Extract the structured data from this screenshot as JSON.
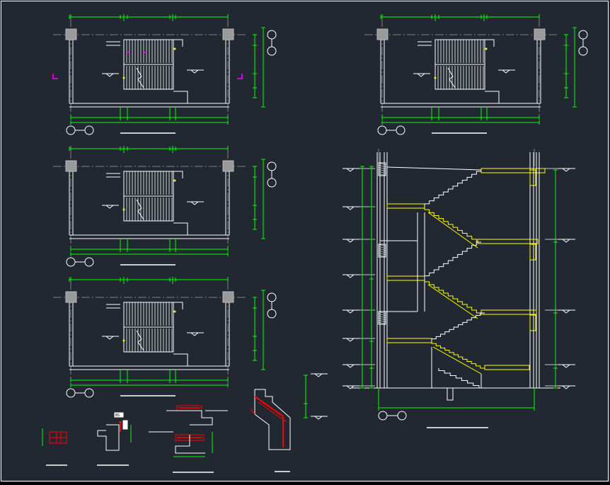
{
  "colors": {
    "background": "#222831",
    "frame": "#ffffff",
    "line": "#ffffff",
    "dimension": "#00ff00",
    "axis": "#808080",
    "column": "#9a9a9a",
    "highlight": "#ffff00",
    "rebar": "#ff0000",
    "marker": "#ff00ff",
    "dashed": "#9aa0a6"
  },
  "drawing": {
    "views": [
      {
        "id": "plan-1",
        "kind": "stair-plan"
      },
      {
        "id": "plan-2",
        "kind": "stair-plan"
      },
      {
        "id": "plan-3",
        "kind": "stair-plan"
      },
      {
        "id": "plan-4",
        "kind": "stair-plan"
      },
      {
        "id": "section",
        "kind": "stair-section"
      },
      {
        "id": "detail-1",
        "kind": "detail"
      },
      {
        "id": "detail-2",
        "kind": "detail"
      },
      {
        "id": "detail-3",
        "kind": "detail"
      },
      {
        "id": "detail-4",
        "kind": "detail"
      }
    ],
    "detail_2_label": "BS"
  }
}
